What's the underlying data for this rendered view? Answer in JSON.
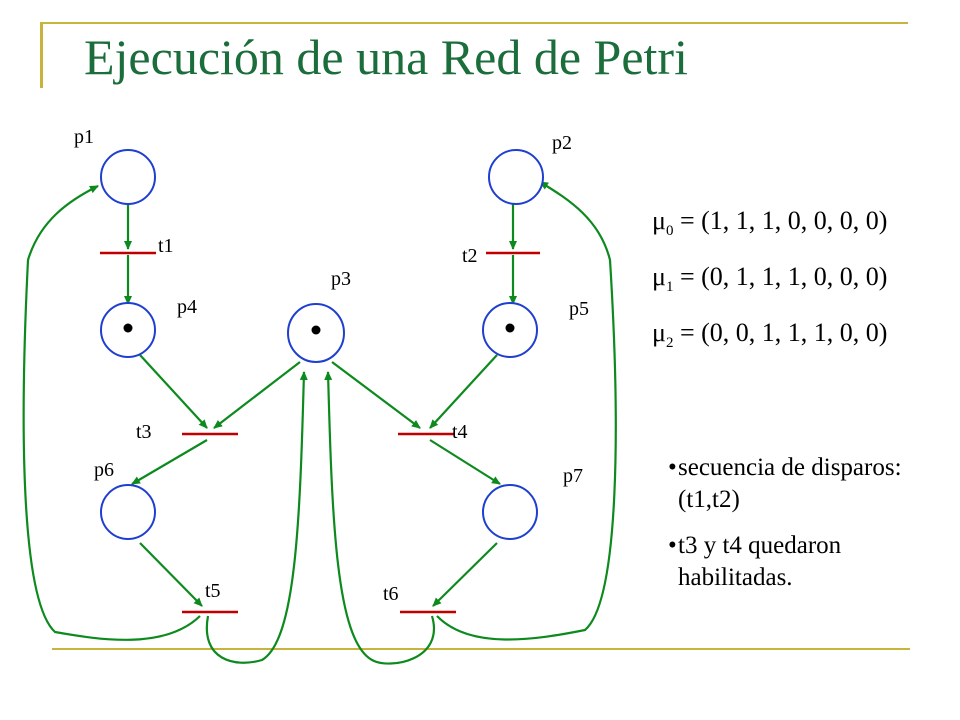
{
  "slide": {
    "title": "Ejecución de una Red de Petri",
    "accent_line_color": "#c8b43c",
    "title_color": "#1b6e3b"
  },
  "petri_net": {
    "colors": {
      "place": "#1f3fd0",
      "transition": "#c00000",
      "arc": "#0d8a1e",
      "token": "#000000"
    },
    "places": [
      {
        "id": "p1",
        "label": "p1",
        "tokens": 0
      },
      {
        "id": "p2",
        "label": "p2",
        "tokens": 0
      },
      {
        "id": "p3",
        "label": "p3",
        "tokens": 1
      },
      {
        "id": "p4",
        "label": "p4",
        "tokens": 1
      },
      {
        "id": "p5",
        "label": "p5",
        "tokens": 1
      },
      {
        "id": "p6",
        "label": "p6",
        "tokens": 0
      },
      {
        "id": "p7",
        "label": "p7",
        "tokens": 0
      }
    ],
    "transitions": [
      {
        "id": "t1",
        "label": "t1"
      },
      {
        "id": "t2",
        "label": "t2"
      },
      {
        "id": "t3",
        "label": "t3"
      },
      {
        "id": "t4",
        "label": "t4"
      },
      {
        "id": "t5",
        "label": "t5"
      },
      {
        "id": "t6",
        "label": "t6"
      }
    ],
    "arcs": [
      {
        "from": "p1",
        "to": "t1"
      },
      {
        "from": "t1",
        "to": "p4"
      },
      {
        "from": "p2",
        "to": "t2"
      },
      {
        "from": "t2",
        "to": "p5"
      },
      {
        "from": "p4",
        "to": "t3"
      },
      {
        "from": "p3",
        "to": "t3"
      },
      {
        "from": "p3",
        "to": "t4"
      },
      {
        "from": "p5",
        "to": "t4"
      },
      {
        "from": "t3",
        "to": "p6"
      },
      {
        "from": "t4",
        "to": "p7"
      },
      {
        "from": "p6",
        "to": "t5"
      },
      {
        "from": "p7",
        "to": "t6"
      },
      {
        "from": "t5",
        "to": "p1"
      },
      {
        "from": "t5",
        "to": "p3"
      },
      {
        "from": "t6",
        "to": "p3"
      },
      {
        "from": "t6",
        "to": "p2"
      }
    ]
  },
  "markings": [
    {
      "sub": "0",
      "value": " = (1, 1, 1, 0, 0, 0, 0)"
    },
    {
      "sub": "1",
      "value": " = (0, 1, 1, 1, 0, 0, 0)"
    },
    {
      "sub": "2",
      "value": " = (0, 0, 1, 1, 1, 0, 0)"
    }
  ],
  "notes": [
    "secuencia de disparos: (t1,t2)",
    "t3 y t4 quedaron habilitadas."
  ]
}
